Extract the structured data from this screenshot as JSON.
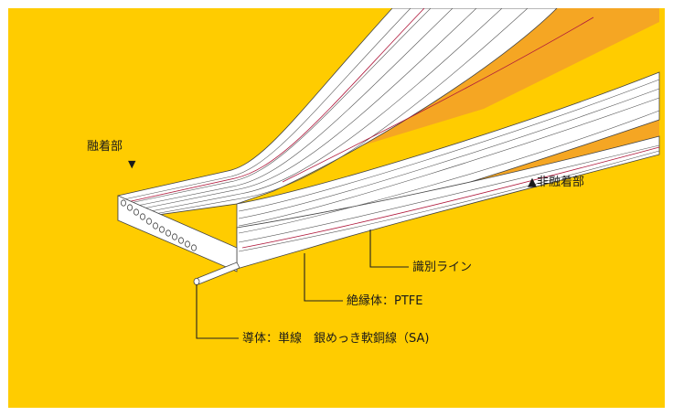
{
  "colors": {
    "background": "#FFCC00",
    "gap_fill": "#F5A623",
    "ribbon_white": "#FFFFFF",
    "ribbon_line": "#444444",
    "id_line": "#B0193C",
    "leader_line": "#222222"
  },
  "labels": {
    "fused_part": "融着部",
    "fused_marker": "▼",
    "non_fused_part": "▲非融着部",
    "id_line": "識別ライン",
    "insulation": "絶縁体：PTFE",
    "conductor": "導体：単線　銀めっき軟銅線（SA)"
  },
  "icons": {
    "fused_marker": "down-triangle-icon",
    "conductor_end": "wire-end-icon"
  }
}
